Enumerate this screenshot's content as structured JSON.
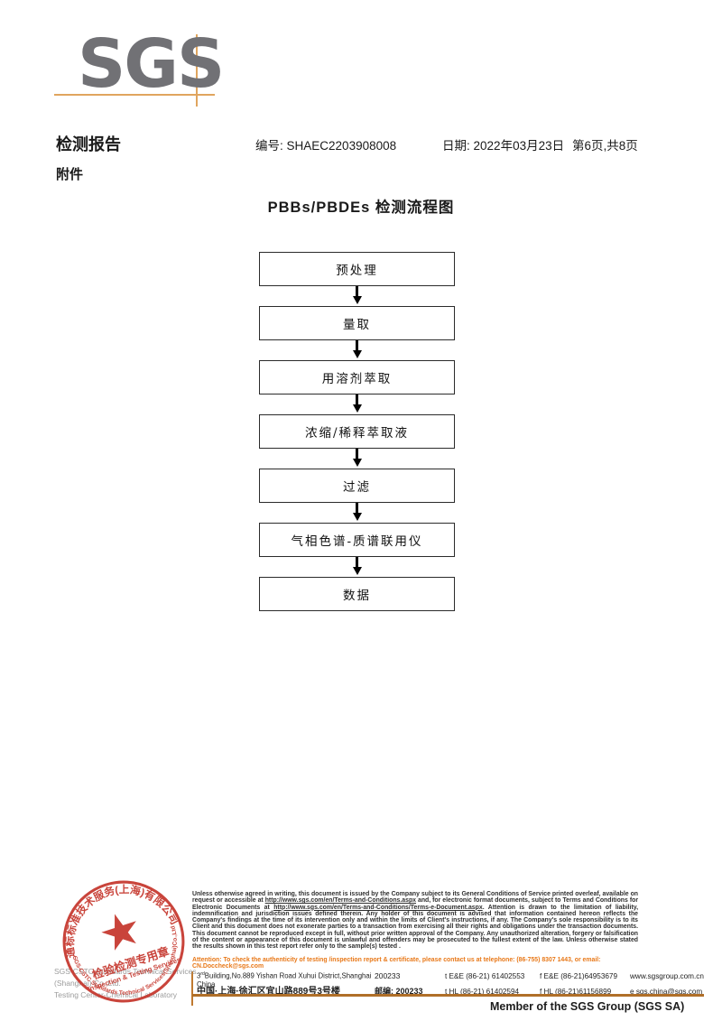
{
  "colors": {
    "logo_gray": "#717175",
    "accent_orange": "#e0a55e",
    "footer_rule_orange": "#b06f28",
    "attention_orange": "#e87818",
    "stamp_red": "#c5352b"
  },
  "logo": {
    "text": "SGS"
  },
  "header": {
    "title": "检测报告",
    "report_no_label": "编号:",
    "report_no_value": "SHAEC2203908008",
    "date_label": "日期:",
    "date_value": "2022年03月23日",
    "page_info": "第6页,共8页",
    "attachment": "附件"
  },
  "flowchart": {
    "title": "PBBs/PBDEs 检测流程图",
    "steps": [
      "预处理",
      "量取",
      "用溶剂萃取",
      "浓缩/稀释萃取液",
      "过滤",
      "气相色谱-质谱联用仪",
      "数据"
    ]
  },
  "stamp": {
    "arc_top": "通标标准技术服务(上海)有限公司",
    "arc_bottom": "SGS-CSTC Standards Technical Services(Shanghai)Co.,Ltd.",
    "center_cn": "检验检测专用章",
    "center_en": "Inspection & Testing Services",
    "star": "★"
  },
  "company": {
    "line1": "SGS-CSTC Standards Technical Services (Shanghai) Co.,Ltd.",
    "line2": "Testing Center-Chemical Laboratory"
  },
  "legal": {
    "p1": "Unless otherwise agreed in writing, this document is issued by the Company subject to its General Conditions of Service printed overleaf, available on request or accessible at ",
    "url1": "http://www.sgs.com/en/Terms-and-Conditions.aspx",
    "p2": " and, for electronic format documents, subject to Terms and Conditions for Electronic Documents at ",
    "url2": "http://www.sgs.com/en/Terms-and-Conditions/Terms-e-Document.aspx",
    "p3": ". Attention is drawn to the limitation of liability, indemnification and jurisdiction issues defined therein. Any holder of this document is advised that information contained hereon reflects the Company's findings at the time of its intervention only and within the limits of Client's instructions, if any. The Company's sole responsibility is to its Client and this document does not exonerate parties to a transaction from exercising all their rights and obligations under the transaction documents. This document cannot be reproduced except in full, without prior written approval of the Company. Any unauthorized alteration, forgery or falsification of the content or appearance of this document is unlawful and offenders may be prosecuted to the fullest extent of the law. Unless otherwise stated the results shown in this test report refer only to the sample(s) tested ."
  },
  "attention": {
    "line": "Attention: To check the authenticity of testing /inspection report & certificate, please contact us at telephone: (86-755) 8307 1443, or email: ",
    "email": "CN.Doccheck@sgs.com"
  },
  "address": {
    "row1": {
      "building_prefix": "3",
      "building_sup": "rd",
      "building_rest": "Building,No.889 Yishan Road Xuhui District,Shanghai China",
      "postcode": "200233",
      "tel": "t E&E (86-21) 61402553",
      "fax": "f E&E (86-21)64953679",
      "web": "www.sgsgroup.com.cn"
    },
    "row2": {
      "address_cn": "中国·上海·徐汇区宜山路889号3号楼",
      "post_label": "邮编: 200233",
      "tel": "t HL (86-21) 61402594",
      "fax": "f HL (86-21)61156899",
      "email": "e sgs.china@sgs.com"
    }
  },
  "footer": {
    "member": "Member of the SGS Group (SGS SA)"
  }
}
